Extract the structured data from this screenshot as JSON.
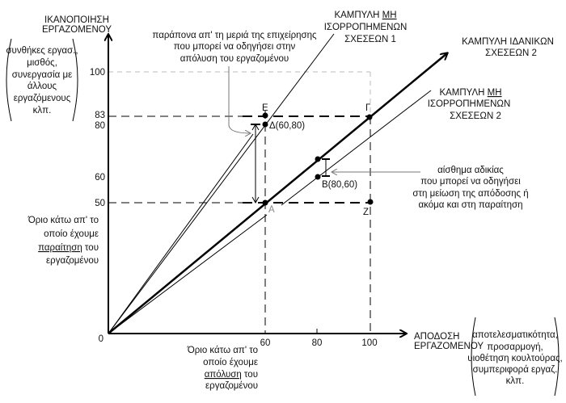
{
  "y_axis": {
    "title": [
      "ΙΚΑΝΟΠΟΙΗΣΗ",
      "ΕΡΓΑΖΟΜΕΝΟΥ"
    ],
    "factors": [
      "συνθήκες εργασ.,",
      "μισθός,",
      "συνεργασία με",
      "άλλους",
      "εργαζόμενους",
      "κλπ."
    ],
    "ticks": [
      "100",
      "83",
      "80",
      "60",
      "50",
      "0"
    ]
  },
  "x_axis": {
    "title": [
      "ΑΠΟΔΟΣΗ",
      "ΕΡΓΑΖΟΜΕΝΟΥ"
    ],
    "factors": [
      "αποτελεσματικότητα,",
      "προσαρμογή,",
      "υιοθέτηση κουλτούρας,",
      "συμπεριφορά εργαζ.",
      "κλπ."
    ],
    "ticks": [
      "60",
      "80",
      "100"
    ]
  },
  "curves": {
    "unbalanced_1": [
      "ΚΑΜΠΥΛΗ",
      "ΜΗ",
      "ΙΣΟΡΡΟΠΗΜΕΝΩΝ",
      "ΣΧΕΣΕΩΝ 1"
    ],
    "ideal": [
      "ΚΑΜΠΥΛΗ ΙΔΑΝΙΚΩΝ",
      "ΣΧΕΣΕΩΝ 2"
    ],
    "unbalanced_2": [
      "ΚΑΜΠΥΛΗ",
      "ΜΗ",
      "ΙΣΟΡΡΟΠΗΜΕΝΩΝ",
      "ΣΧΕΣΕΩΝ 2"
    ]
  },
  "points": {
    "E": "Ε",
    "D": "Δ(60,80)",
    "G": "Γ",
    "B": "Β(80,60)",
    "A": "Α",
    "Z": "Ζ"
  },
  "annotations": {
    "company_complaints": [
      "παράπονα απ' τη μεριά της επιχείρησης",
      "που μπορεί να οδηγήσει στην",
      "απόλυση του εργαζομένου"
    ],
    "injustice": [
      "αίσθημα αδικίας",
      "που μπορεί να οδηγήσει",
      "στη μείωση της απόδοσης ή",
      "ακόμα και στη παραίτηση"
    ],
    "resignation_limit": [
      "Όριο κάτω απ' το",
      "οποίο έχουμε",
      "παραίτηση",
      " του",
      "εργαζομένου"
    ],
    "dismissal_limit": [
      "Όριο κάτω απ' το",
      "οποίο έχουμε",
      "απόλυση",
      " του",
      "εργαζομένου"
    ]
  }
}
